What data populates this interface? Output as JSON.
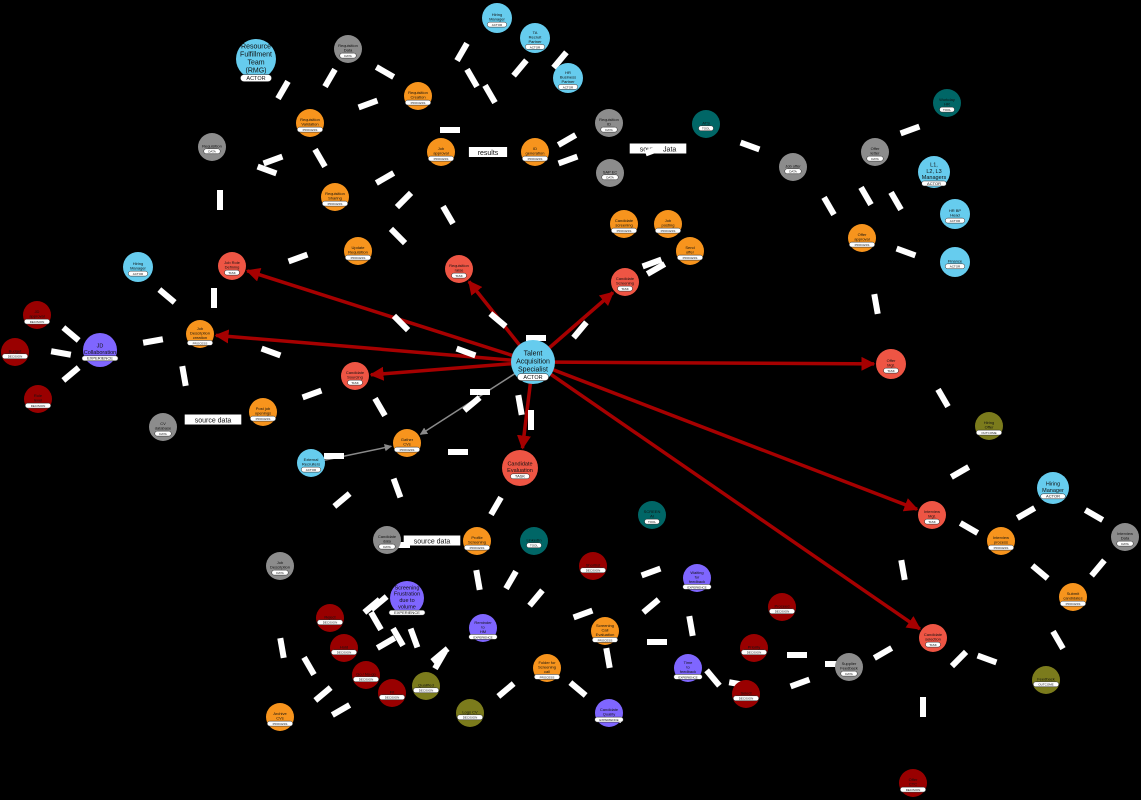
{
  "colors": {
    "background": "#000000",
    "actor": "#66ccee",
    "process": "#f7941d",
    "data": "#8c8c8c",
    "task": "#ee5544",
    "tool": "#006666",
    "decision": "#990000",
    "experience": "#7f66ff",
    "outcome": "#7b7b1c",
    "strong_edge": "#a60000",
    "weak_edge": "#8a8a8a",
    "edge_label_bg": "#ffffff"
  },
  "nodes": [
    {
      "id": "tas",
      "type": "actor",
      "lines": [
        "Talent",
        "Acquisition",
        "Specialist"
      ],
      "badge": "ACTOR"
    },
    {
      "id": "hm_top",
      "type": "actor",
      "lines": [
        "Hiring",
        "Manager"
      ],
      "badge": "ACTOR"
    },
    {
      "id": "ta_partner",
      "type": "actor",
      "lines": [
        "TA",
        "Recruit",
        "Partner"
      ],
      "badge": "ACTOR"
    },
    {
      "id": "hr_business",
      "type": "actor",
      "lines": [
        "HR",
        "Business",
        "Partner"
      ],
      "badge": "ACTOR"
    },
    {
      "id": "rft",
      "type": "actor",
      "lines": [
        "Resource",
        "Fulfillment",
        "Team",
        "(RMG)"
      ],
      "badge": "ACTOR"
    },
    {
      "id": "hm_left",
      "type": "actor",
      "lines": [
        "Hiring",
        "Manager"
      ],
      "badge": "ACTOR"
    },
    {
      "id": "ext_recruiters",
      "type": "actor",
      "lines": [
        "External",
        "Recruiters"
      ],
      "badge": "ACTOR"
    },
    {
      "id": "l1_manager",
      "type": "actor",
      "lines": [
        "L1,",
        "L2, L3",
        "Managers"
      ],
      "badge": "ACTOR"
    },
    {
      "id": "hrbp_head",
      "type": "actor",
      "lines": [
        "HR BP",
        "Head"
      ],
      "badge": "ACTOR"
    },
    {
      "id": "finance",
      "type": "actor",
      "lines": [
        "Finance"
      ],
      "badge": "ACTOR"
    },
    {
      "id": "hm_right",
      "type": "actor",
      "lines": [
        "Hiring",
        "Manager"
      ],
      "badge": "ACTOR"
    },
    {
      "id": "req_data",
      "type": "data",
      "lines": [
        "Requisition",
        "Data"
      ],
      "badge": "DATA"
    },
    {
      "id": "position",
      "type": "data",
      "lines": [
        "Requisition"
      ],
      "badge": "DATA"
    },
    {
      "id": "sap_ec",
      "type": "data",
      "lines": [
        "SAP EC"
      ],
      "badge": "DATA"
    },
    {
      "id": "req_sys",
      "type": "data",
      "lines": [
        "Requisition",
        "ID"
      ],
      "badge": "DATA"
    },
    {
      "id": "job_offer",
      "type": "data",
      "lines": [
        "Job offer"
      ],
      "badge": "DATA"
    },
    {
      "id": "offer_letter",
      "type": "data",
      "lines": [
        "Offer",
        "letter"
      ],
      "badge": "DATA"
    },
    {
      "id": "candidate_data",
      "type": "data",
      "lines": [
        "Candidate",
        "data"
      ],
      "badge": "DATA"
    },
    {
      "id": "cv_data",
      "type": "data",
      "lines": [
        "CV",
        "database"
      ],
      "badge": "DATA"
    },
    {
      "id": "job_description_data",
      "type": "data",
      "lines": [
        "Job",
        "Description"
      ],
      "badge": "DATA"
    },
    {
      "id": "supplier_feedback",
      "type": "data",
      "lines": [
        "Supplier",
        "Feedback"
      ],
      "badge": "DATA"
    },
    {
      "id": "interview_data",
      "type": "data",
      "lines": [
        "Interview",
        "Data"
      ],
      "badge": "DATA"
    },
    {
      "id": "tool_ats",
      "type": "tool",
      "lines": [
        "ATS"
      ],
      "badge": "TOOL"
    },
    {
      "id": "tool_top_right",
      "type": "tool",
      "lines": [
        "Workday",
        "HR"
      ],
      "badge": "TOOL"
    },
    {
      "id": "tool_screen",
      "type": "tool",
      "lines": [
        "SCREEN",
        "AI"
      ],
      "badge": "TOOL"
    },
    {
      "id": "tool_linkedin",
      "type": "tool",
      "lines": [
        "LinkedIn"
      ],
      "badge": "TOOL"
    },
    {
      "id": "req_creation",
      "type": "process",
      "lines": [
        "Requisition",
        "Creation"
      ],
      "badge": "PROCESS"
    },
    {
      "id": "req_validation",
      "type": "process",
      "lines": [
        "Requisition",
        "Validation"
      ],
      "badge": "PROCESS"
    },
    {
      "id": "job_approval",
      "type": "process",
      "lines": [
        "Job",
        "approval"
      ],
      "badge": "PROCESS"
    },
    {
      "id": "id_generation",
      "type": "process",
      "lines": [
        "ID",
        "generation"
      ],
      "badge": "PROCESS"
    },
    {
      "id": "req_sharing",
      "type": "process",
      "lines": [
        "Requisition",
        "Sharing"
      ],
      "badge": "PROCESS"
    },
    {
      "id": "update_req",
      "type": "process",
      "lines": [
        "Update",
        "Requisition"
      ],
      "badge": "PROCESS"
    },
    {
      "id": "candidate_screening",
      "type": "process",
      "lines": [
        "Candidate",
        "screening"
      ],
      "badge": "PROCESS"
    },
    {
      "id": "job_posting_p",
      "type": "process",
      "lines": [
        "Job",
        "posting"
      ],
      "badge": "PROCESS"
    },
    {
      "id": "send_offer",
      "type": "process",
      "lines": [
        "Send",
        "offer"
      ],
      "badge": "PROCESS"
    },
    {
      "id": "offer_approval",
      "type": "process",
      "lines": [
        "Offer",
        "approval"
      ],
      "badge": "PROCESS"
    },
    {
      "id": "jd_creation",
      "type": "process",
      "lines": [
        "Job",
        "Description",
        "creation"
      ],
      "badge": "PROCESS"
    },
    {
      "id": "post_job",
      "type": "process",
      "lines": [
        "Post job",
        "openings"
      ],
      "badge": "PROCESS"
    },
    {
      "id": "gather_cvs",
      "type": "process",
      "lines": [
        "Gather",
        "CVs"
      ],
      "badge": "PROCESS"
    },
    {
      "id": "profile_screening",
      "type": "process",
      "lines": [
        "Profile",
        "Screening"
      ],
      "badge": "PROCESS"
    },
    {
      "id": "interview_process",
      "type": "process",
      "lines": [
        "Interview",
        "process"
      ],
      "badge": "PROCESS"
    },
    {
      "id": "submit_candidates",
      "type": "process",
      "lines": [
        "Submit",
        "candidates"
      ],
      "badge": "PROCESS"
    },
    {
      "id": "screening_call",
      "type": "process",
      "lines": [
        "Screening",
        "Call",
        "Evaluation"
      ],
      "badge": "PROCESS"
    },
    {
      "id": "folder_screening",
      "type": "process",
      "lines": [
        "Folder for",
        "Screening",
        "call"
      ],
      "badge": "PROCESS"
    },
    {
      "id": "archive",
      "type": "process",
      "lines": [
        "Archive",
        "CVs"
      ],
      "badge": "PROCESS"
    },
    {
      "id": "job_role_defining",
      "type": "task",
      "lines": [
        "Job Role",
        "Defining"
      ],
      "badge": "TASK"
    },
    {
      "id": "req_raise",
      "type": "task",
      "lines": [
        "Requisition",
        "raise"
      ],
      "badge": "TASK"
    },
    {
      "id": "candidate_sourcing",
      "type": "task",
      "lines": [
        "Candidate",
        "Sourcing"
      ],
      "badge": "TASK"
    },
    {
      "id": "candidate_eval",
      "type": "task",
      "lines": [
        "Candidate",
        "Evaluation"
      ],
      "badge": "TASK"
    },
    {
      "id": "candidate_screening_t",
      "type": "task",
      "lines": [
        "Candidate",
        "Screening"
      ],
      "badge": "TASK"
    },
    {
      "id": "offer_mgmt",
      "type": "task",
      "lines": [
        "Offer",
        "Mgt."
      ],
      "badge": "TASK"
    },
    {
      "id": "interview_mgt",
      "type": "task",
      "lines": [
        "Interview",
        "Mgt."
      ],
      "badge": "TASK"
    },
    {
      "id": "candidate_select",
      "type": "task",
      "lines": [
        "Candidate",
        "selection"
      ],
      "badge": "TASK"
    },
    {
      "id": "jd_experience",
      "type": "experience",
      "lines": [
        "JD",
        "Collaboration"
      ],
      "badge": "EXPERIENCE"
    },
    {
      "id": "exp_screening",
      "type": "experience",
      "lines": [
        "Screening",
        "Frustration",
        "due to",
        "volume"
      ],
      "badge": "EXPERIENCE"
    },
    {
      "id": "exp_wait",
      "type": "experience",
      "lines": [
        "Waiting",
        "for",
        "feedback"
      ],
      "badge": "EXPERIENCE"
    },
    {
      "id": "exp_reminder",
      "type": "experience",
      "lines": [
        "Reminder",
        "to",
        "HM"
      ],
      "badge": "EXPERIENCE"
    },
    {
      "id": "exp_time",
      "type": "experience",
      "lines": [
        "Time",
        "to",
        "feedback"
      ],
      "badge": "EXPERIENCE"
    },
    {
      "id": "exp_quality",
      "type": "experience",
      "lines": [
        "Candidate",
        "Quality"
      ],
      "badge": "EXPERIENCE"
    },
    {
      "id": "dec_l1",
      "type": "decision",
      "lines": [
        "JD",
        "approval"
      ],
      "badge": "DECISION"
    },
    {
      "id": "dec_l2",
      "type": "decision",
      "lines": [
        "Budget"
      ],
      "badge": "DECISION"
    },
    {
      "id": "dec_l3",
      "type": "decision",
      "lines": [
        "Role",
        "level"
      ],
      "badge": "DECISION"
    },
    {
      "id": "dec_b1",
      "type": "decision",
      "lines": [
        "Shortlist"
      ],
      "badge": "DECISION"
    },
    {
      "id": "dec_b2",
      "type": "decision",
      "lines": [
        "Reject"
      ],
      "badge": "DECISION"
    },
    {
      "id": "dec_b3",
      "type": "decision",
      "lines": [
        "Hold"
      ],
      "badge": "DECISION"
    },
    {
      "id": "dec_b4",
      "type": "decision",
      "lines": [
        "Go / No-go"
      ],
      "badge": "DECISION"
    },
    {
      "id": "dec_b5",
      "type": "decision",
      "lines": [
        "Fit"
      ],
      "badge": "DECISION"
    },
    {
      "id": "dec_b6",
      "type": "decision",
      "lines": [
        "Proceed"
      ],
      "badge": "DECISION"
    },
    {
      "id": "dec_b7",
      "type": "decision",
      "lines": [
        "Priority"
      ],
      "badge": "DECISION"
    },
    {
      "id": "dec_b8",
      "type": "decision",
      "lines": [
        "Select"
      ],
      "badge": "DECISION"
    },
    {
      "id": "dec_b9",
      "type": "decision",
      "lines": [
        "Offer",
        "CTC"
      ],
      "badge": "DECISION"
    },
    {
      "id": "out_final",
      "type": "outcome",
      "lines": [
        "Hiring",
        "Offer"
      ],
      "badge": "OUTCOME"
    },
    {
      "id": "out_feedback",
      "type": "outcome",
      "lines": [
        "Feedback"
      ],
      "badge": "OUTCOME"
    },
    {
      "id": "out_candidate",
      "type": "outcome",
      "lines": [
        "Qualified"
      ],
      "badge": "DECISION"
    },
    {
      "id": "out_logs",
      "type": "outcome",
      "lines": [
        "Logs CV"
      ],
      "badge": "DECISION"
    }
  ],
  "edges": [
    {
      "from": "tas",
      "to": "job_role_defining",
      "label": "",
      "style": "strong"
    },
    {
      "from": "tas",
      "to": "jd_creation",
      "label": "",
      "style": "strong"
    },
    {
      "from": "tas",
      "to": "candidate_sourcing",
      "label": "",
      "style": "strong"
    },
    {
      "from": "tas",
      "to": "req_raise",
      "label": "",
      "style": "strong"
    },
    {
      "from": "tas",
      "to": "candidate_screening_t",
      "label": "",
      "style": "strong"
    },
    {
      "from": "tas",
      "to": "candidate_eval",
      "label": "",
      "style": "strong"
    },
    {
      "from": "tas",
      "to": "offer_mgmt",
      "label": "",
      "style": "strong"
    },
    {
      "from": "tas",
      "to": "interview_mgt",
      "label": "",
      "style": "strong"
    },
    {
      "from": "tas",
      "to": "candidate_select",
      "label": "",
      "style": "strong"
    },
    {
      "from": "tas",
      "to": "gather_cvs",
      "label": "",
      "style": "weak"
    },
    {
      "from": "ext_recruiters",
      "to": "gather_cvs",
      "label": "",
      "style": "weak"
    },
    {
      "from": "sap_ec",
      "to": "tool_ats",
      "label": "source data",
      "style": "plain"
    },
    {
      "from": "id_generation",
      "to": "job_approval",
      "label": "results",
      "style": "plain"
    },
    {
      "from": "cv_data",
      "to": "post_job",
      "label": "source data",
      "style": "plain"
    },
    {
      "from": "candidate_data",
      "to": "profile_screening",
      "label": "source data",
      "style": "plain"
    }
  ],
  "edge_label_text": "label"
}
